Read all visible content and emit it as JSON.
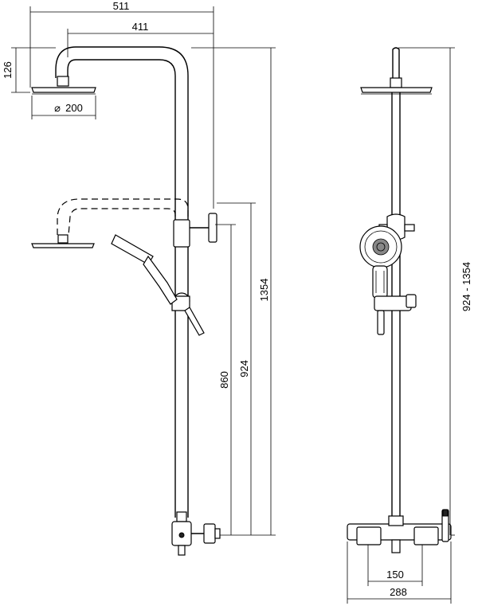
{
  "dimensions": {
    "total_width": "511",
    "arm_length": "411",
    "head_height": "126",
    "head_diameter": "200",
    "diameter_symbol": "⌀",
    "height_max": "1354",
    "height_min": "924",
    "handshower_height": "860",
    "height_range": "924 - 1354",
    "inlet_spacing": "150",
    "mixer_width": "288"
  }
}
